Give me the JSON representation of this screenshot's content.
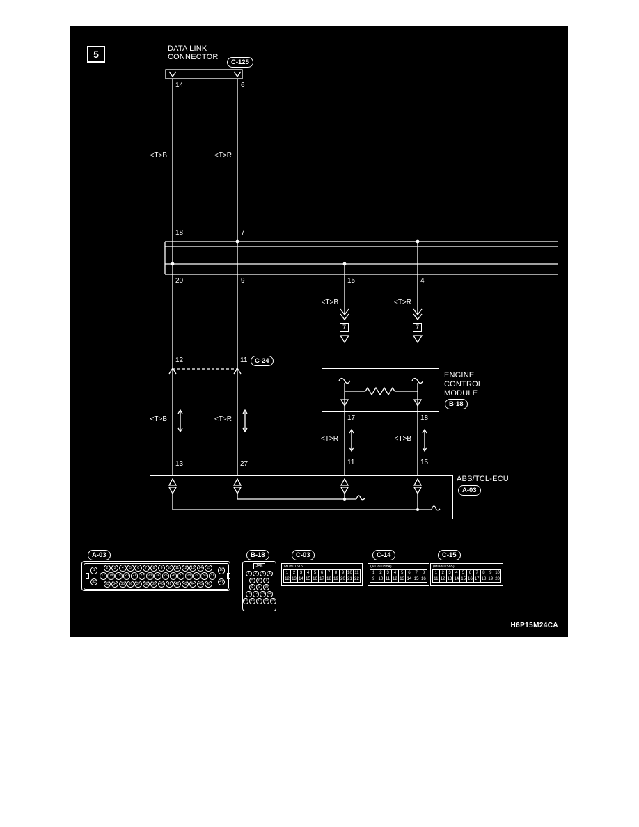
{
  "page": {
    "section_number": "5",
    "figure_code": "H6P15M24CA"
  },
  "schematic": {
    "dlc": {
      "title_line1": "DATA LINK",
      "title_line2": "CONNECTOR",
      "connector_id": "C-125",
      "pin_b": "14",
      "pin_r": "6",
      "wire_b": "<T>B",
      "wire_r": "<T>R",
      "bus_in_pin_b": "18",
      "bus_in_pin_r": "7"
    },
    "bus": {
      "out_pin_b": "20",
      "out_pin_r": "9",
      "branch_pin_b": "15",
      "branch_pin_r": "4",
      "branch_wire_b": "<T>B",
      "branch_wire_r": "<T>R",
      "page_ref_b": "7",
      "page_ref_r": "7"
    },
    "c24": {
      "pin_b": "12",
      "pin_r": "11",
      "connector_id": "C-24",
      "wire_b": "<T>B",
      "wire_r": "<T>R"
    },
    "ecm": {
      "name_line1": "ENGINE",
      "name_line2": "CONTROL",
      "name_line3": "MODULE",
      "connector_id": "B-18",
      "pin_r": "17",
      "pin_b": "18",
      "wire_r": "<T>R",
      "wire_b": "<T>B"
    },
    "abs": {
      "name": "ABS/TCL-ECU",
      "connector_id": "A-03",
      "pin_b_left": "13",
      "pin_r_left": "27",
      "pin_r_mid": "11",
      "pin_b_mid": "15"
    }
  },
  "connector_views": {
    "a03": {
      "label": "A-03",
      "side_left_pins": [
        "1",
        "32"
      ],
      "side_right_pins": [
        "16",
        "47"
      ],
      "rows": [
        [
          "2",
          "3",
          "4",
          "5",
          "6",
          "7",
          "8",
          "9",
          "10",
          "11",
          "12",
          "13",
          "14",
          "15"
        ],
        [
          "17",
          "18",
          "19",
          "20",
          "21",
          "22",
          "23",
          "24",
          "25",
          "26",
          "27",
          "28",
          "29",
          "30",
          "31"
        ],
        [
          "33",
          "34",
          "35",
          "36",
          "37",
          "38",
          "39",
          "40",
          "41",
          "42",
          "43",
          "44",
          "45",
          "46"
        ]
      ]
    },
    "b18": {
      "label": "B-18",
      "maker": "JAE",
      "rows": [
        [
          "1",
          "2",
          "3",
          "4"
        ],
        [
          "5",
          "6",
          "7"
        ],
        [
          "8",
          "9",
          "10"
        ],
        [
          "11",
          "12",
          "13",
          "14"
        ],
        [
          "15",
          "16",
          "17",
          "18",
          "19"
        ]
      ]
    },
    "c03": {
      "label": "C-03",
      "part_number": "MU801515",
      "rows": [
        [
          "1",
          "2",
          "3",
          "4",
          "5",
          "6",
          "7",
          "8",
          "9",
          "10",
          "11"
        ],
        [
          "12",
          "13",
          "14",
          "15",
          "16",
          "17",
          "18",
          "19",
          "20",
          "21",
          "22"
        ]
      ]
    },
    "c14": {
      "label": "C-14",
      "part_number": "(MU801584)",
      "rows": [
        [
          "1",
          "2",
          "3",
          "4",
          "5",
          "6",
          "7",
          "8"
        ],
        [
          "9",
          "10",
          "11",
          "12",
          "13",
          "14",
          "15",
          "16"
        ]
      ]
    },
    "c15": {
      "label": "C-15",
      "part_number": "(MU801585)",
      "rows": [
        [
          "1",
          "2",
          "3",
          "4",
          "5",
          "6",
          "7",
          "8",
          "9",
          "10"
        ],
        [
          "11",
          "12",
          "13",
          "14",
          "15",
          "16",
          "17",
          "18",
          "19",
          "20"
        ]
      ]
    }
  }
}
